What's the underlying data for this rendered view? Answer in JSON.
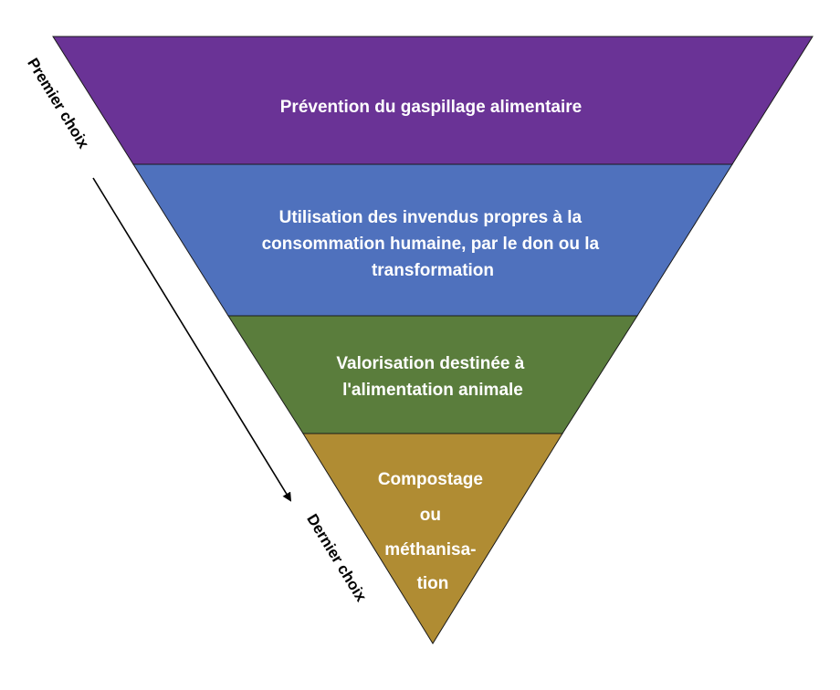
{
  "diagram": {
    "tiers": [
      {
        "lines": [
          "Prévention du gaspillage alimentaire"
        ],
        "color": "#6a3396"
      },
      {
        "lines": [
          "Utilisation des invendus propres à la",
          "consommation humaine, par le don ou la",
          "transformation"
        ],
        "color": "#4f71bd"
      },
      {
        "lines": [
          "Valorisation destinée à",
          "l'alimentation animale"
        ],
        "color": "#5a7d3c"
      },
      {
        "lines": [
          "Compostage",
          "ou",
          "méthanisa-",
          "tion"
        ],
        "color": "#b08c33"
      }
    ],
    "arrow": {
      "start_label": "Premier choix",
      "end_label": "Dernier choix"
    }
  }
}
